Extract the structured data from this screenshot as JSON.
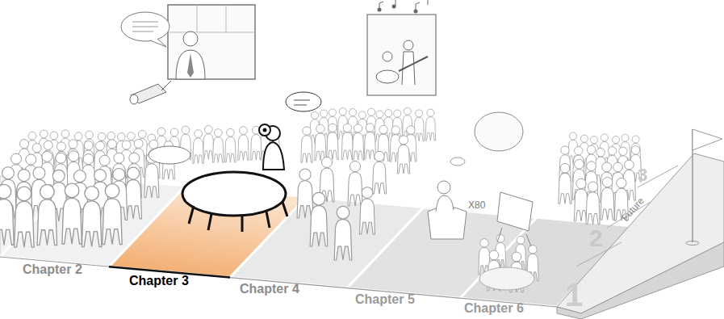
{
  "diagram": {
    "labels": [
      "Chapter 2",
      "Chapter 3",
      "Chapter 4",
      "Chapter 5",
      "Chapter 6",
      "X80",
      "Future",
      "1",
      "2",
      "3"
    ]
  }
}
